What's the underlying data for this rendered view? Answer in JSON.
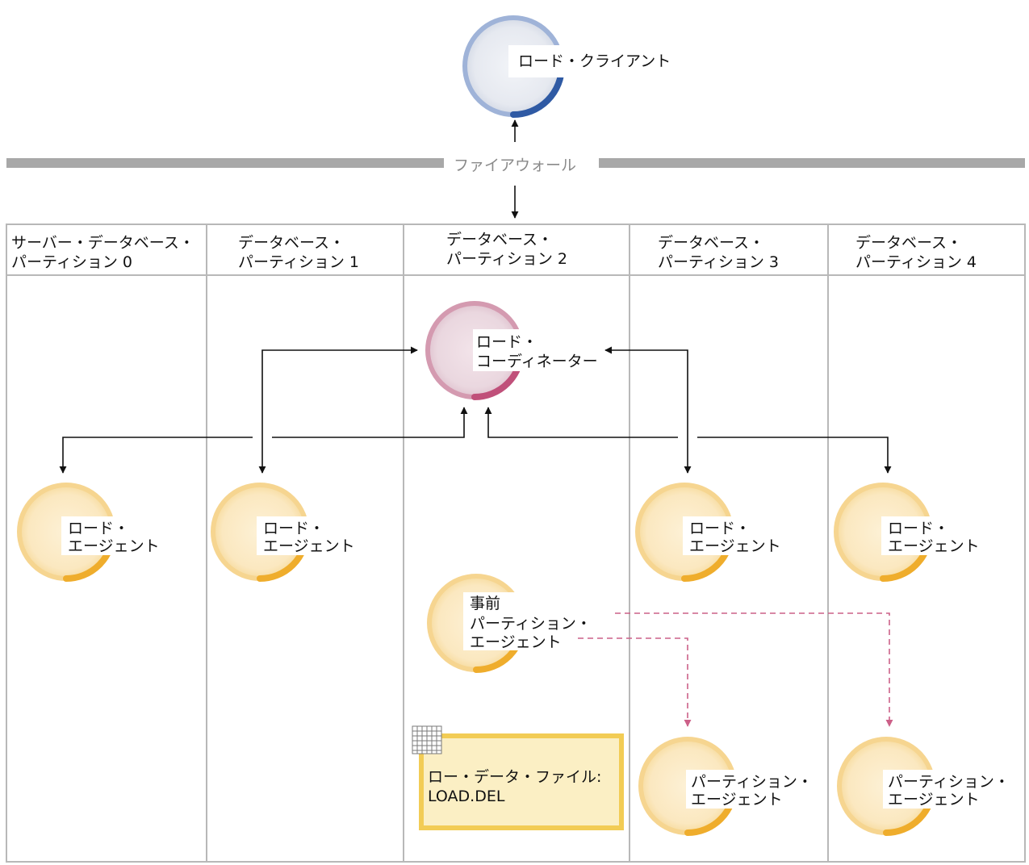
{
  "load_client": {
    "label": "ロード・クライアント"
  },
  "firewall": {
    "label": "ファイアウォール"
  },
  "partitions": [
    {
      "line1": "サーバー・データベース・",
      "line2": "パーティション 0"
    },
    {
      "line1": "データベース・",
      "line2": "パーティション 1"
    },
    {
      "line1": "データベース・",
      "line2": "パーティション 2"
    },
    {
      "line1": "データベース・",
      "line2": "パーティション 3"
    },
    {
      "line1": "データベース・",
      "line2": "パーティション 4"
    }
  ],
  "coordinator": {
    "line1": "ロード・",
    "line2": "コーディネーター"
  },
  "load_agent": {
    "line1": "ロード・",
    "line2": "エージェント"
  },
  "pre_partition_agent": {
    "line1": "事前",
    "line2": "パーティション・",
    "line3": "エージェント"
  },
  "partition_agent": {
    "line1": "パーティション・",
    "line2": "エージェント"
  },
  "raw_file": {
    "line1": "ロー・データ・ファイル:",
    "line2": "LOAD.DEL"
  },
  "colors": {
    "client_ring": "#3a62a8",
    "coordinator_ring": "#c0607e",
    "agent_ring": "#f0b040",
    "firewall": "#a8a8a8",
    "dashed_arrow": "#cc6088",
    "file_fill": "#fbefc4",
    "file_border": "#f2cc55"
  }
}
